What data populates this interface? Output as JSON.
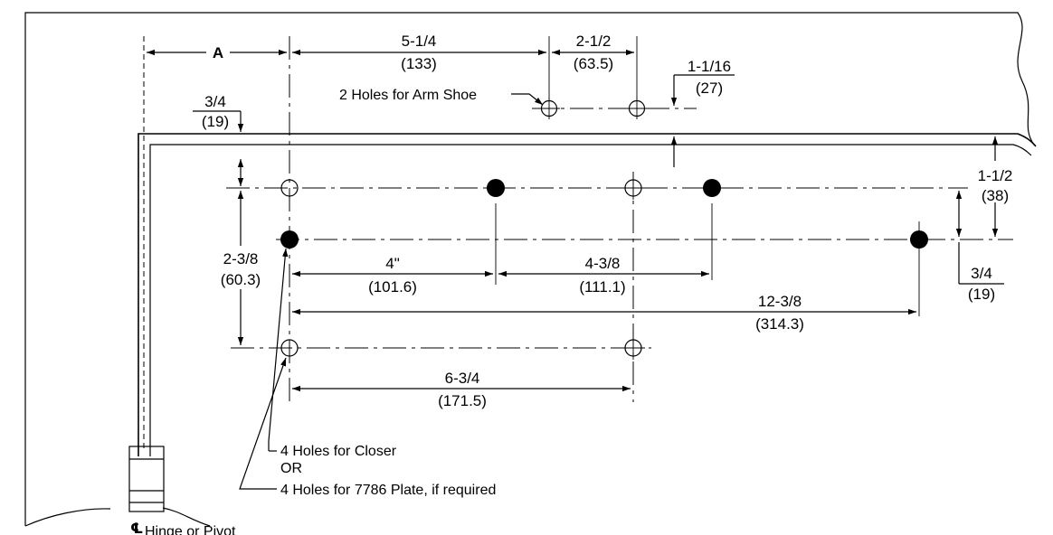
{
  "labels": {
    "dim_a": "A",
    "dim_5_1_4": "5-1/4",
    "dim_5_1_4_mm": "(133)",
    "dim_2_1_2": "2-1/2",
    "dim_2_1_2_mm": "(63.5)",
    "dim_1_1_16": "1-1/16",
    "dim_1_1_16_mm": "(27)",
    "dim_3_4_top": "3/4",
    "dim_3_4_top_mm": "(19)",
    "dim_1_1_2": "1-1/2",
    "dim_1_1_2_mm": "(38)",
    "dim_3_4_right": "3/4",
    "dim_3_4_right_mm": "(19)",
    "dim_2_3_8": "2-3/8",
    "dim_2_3_8_mm": "(60.3)",
    "dim_4": "4\"",
    "dim_4_mm": "(101.6)",
    "dim_4_3_8": "4-3/8",
    "dim_4_3_8_mm": "(111.1)",
    "dim_12_3_8": "12-3/8",
    "dim_12_3_8_mm": "(314.3)",
    "dim_6_3_4": "6-3/4",
    "dim_6_3_4_mm": "(171.5)",
    "arm_shoe_note": "2 Holes for Arm Shoe",
    "closer_note": "4 Holes for Closer",
    "or_note": "OR",
    "plate_note": "4 Holes for 7786 Plate, if required",
    "centerline_symbol": "℄",
    "hinge_note": "Hinge or Pivot"
  }
}
